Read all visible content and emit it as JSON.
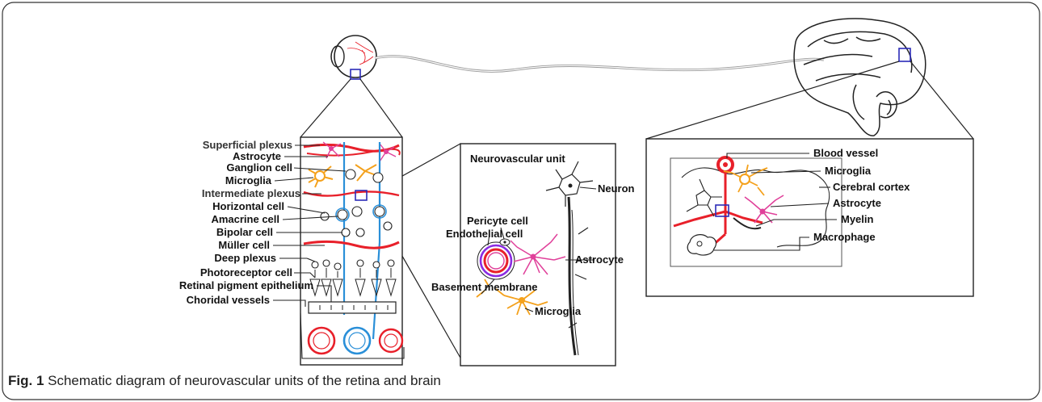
{
  "retina_labels": [
    "Superficial plexus",
    "Astrocyte",
    "Ganglion cell",
    "Microglia",
    "Intermediate plexus",
    "Horizontal cell",
    "Amacrine cell",
    "Bipolar cell",
    "Müller cell",
    "Deep plexus",
    "Photoreceptor cell",
    "Retinal pigment epithelium",
    "Choridal vessels"
  ],
  "nvu": {
    "title": "Neurovascular unit",
    "neuron": "Neuron",
    "pericyte": "Pericyte cell",
    "endothelial": "Endothelial cell",
    "astrocyte": "Astrocyte",
    "basement": "Basement membrane",
    "microglia": "Microglia"
  },
  "brain_labels": [
    "Blood vessel",
    "Microglia",
    "Cerebral cortex",
    "Astrocyte",
    "Myelin",
    "Macrophage"
  ],
  "caption": {
    "label": "Fig. 1",
    "text": "Schematic diagram of neurovascular units of the retina and brain"
  },
  "colors": {
    "vessel_red": "#e8202a",
    "vessel_blue": "#2a8fd8",
    "microglia_orange": "#f4a11c",
    "astrocyte_pink": "#e0409a",
    "box_blue": "#2b2bb8",
    "endothelial_purple": "#8a2be2"
  }
}
